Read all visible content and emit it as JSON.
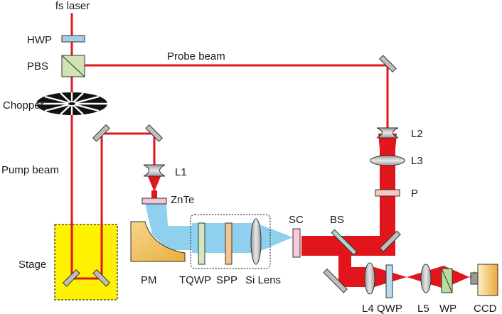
{
  "labels": {
    "laser": "fs laser",
    "hwp": "HWP",
    "pbs": "PBS",
    "probe": "Probe beam",
    "chopper": "Chopper",
    "pump": "Pump beam",
    "stage": "Stage",
    "l1": "L1",
    "znte": "ZnTe",
    "pm": "PM",
    "tqwp": "TQWP",
    "spp": "SPP",
    "silens": "Si Lens",
    "sc": "SC",
    "bs": "BS",
    "l2": "L2",
    "l3": "L3",
    "p": "P",
    "l4": "L4",
    "qwp": "QWP",
    "l5": "L5",
    "wp": "WP",
    "ccd": "CCD"
  },
  "colors": {
    "laser_beam": "#e0161c",
    "thz_beam": "#8fd0ee",
    "stage_fill": "#fff200",
    "mirror": "#bdbdbd",
    "hwp_fill": "#a9cde6",
    "pbs_fill": "#cfe3b5",
    "znte_fill": "#f3c3d8",
    "pm_fill": "#f2c46c",
    "tqwp_fill": "#d3e8c0",
    "spp_fill": "#f4c48c",
    "sc_fill": "#f7c9de",
    "polarizer_fill": "#f2c9c0",
    "qwp_fill": "#b8dcf0",
    "wp_fill": "#b8dc9a",
    "ccd_fill": "#f2c25c"
  },
  "icons": [
    "mirror-icon",
    "lens-icon",
    "chopper-icon",
    "beam-splitter-icon",
    "camera-icon"
  ]
}
